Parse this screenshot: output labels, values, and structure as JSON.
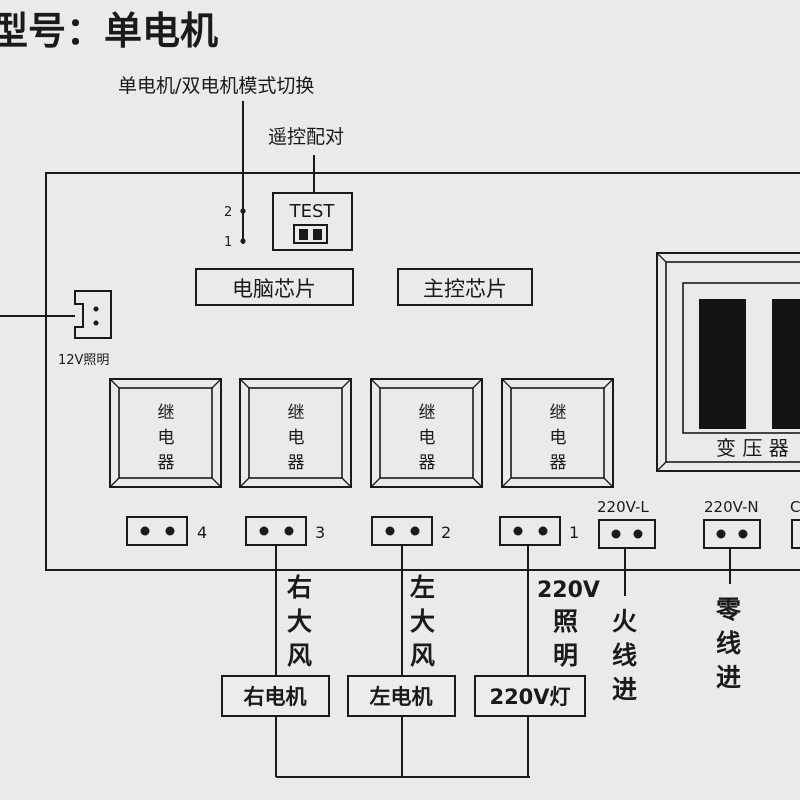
{
  "title": "型号：单电机",
  "mode_switch_label": "单电机/双电机模式切换",
  "pairing_label": "遥控配对",
  "test_label": "TEST",
  "switch_pos_2": "2",
  "switch_pos_1": "1",
  "chips": [
    {
      "label": "电脑芯片"
    },
    {
      "label": "主控芯片"
    }
  ],
  "lighting_12v_label": "12V照明",
  "relays": [
    {
      "line1": "继",
      "line2": "电",
      "line3": "器"
    },
    {
      "line1": "继",
      "line2": "电",
      "line3": "器"
    },
    {
      "line1": "继",
      "line2": "电",
      "line3": "器"
    },
    {
      "line1": "继",
      "line2": "电",
      "line3": "器"
    }
  ],
  "transformer_label": "变 压 器",
  "terminal_numbers": [
    "4",
    "3",
    "2",
    "1"
  ],
  "terminal_220v_l": "220V-L",
  "terminal_220v_n": "220V-N",
  "terminal_partial": "C",
  "right_fan": {
    "c1": "右",
    "c2": "大",
    "c3": "风"
  },
  "left_fan": {
    "c1": "左",
    "c2": "大",
    "c3": "风"
  },
  "lighting_220v": {
    "top": "220V",
    "c1": "照",
    "c2": "明"
  },
  "live_in": {
    "c1": "火",
    "c2": "线",
    "c3": "进"
  },
  "neutral_in": {
    "c1": "零",
    "c2": "线",
    "c3": "进"
  },
  "devices": [
    {
      "label": "右电机"
    },
    {
      "label": "左电机"
    },
    {
      "label": "220V灯"
    }
  ]
}
